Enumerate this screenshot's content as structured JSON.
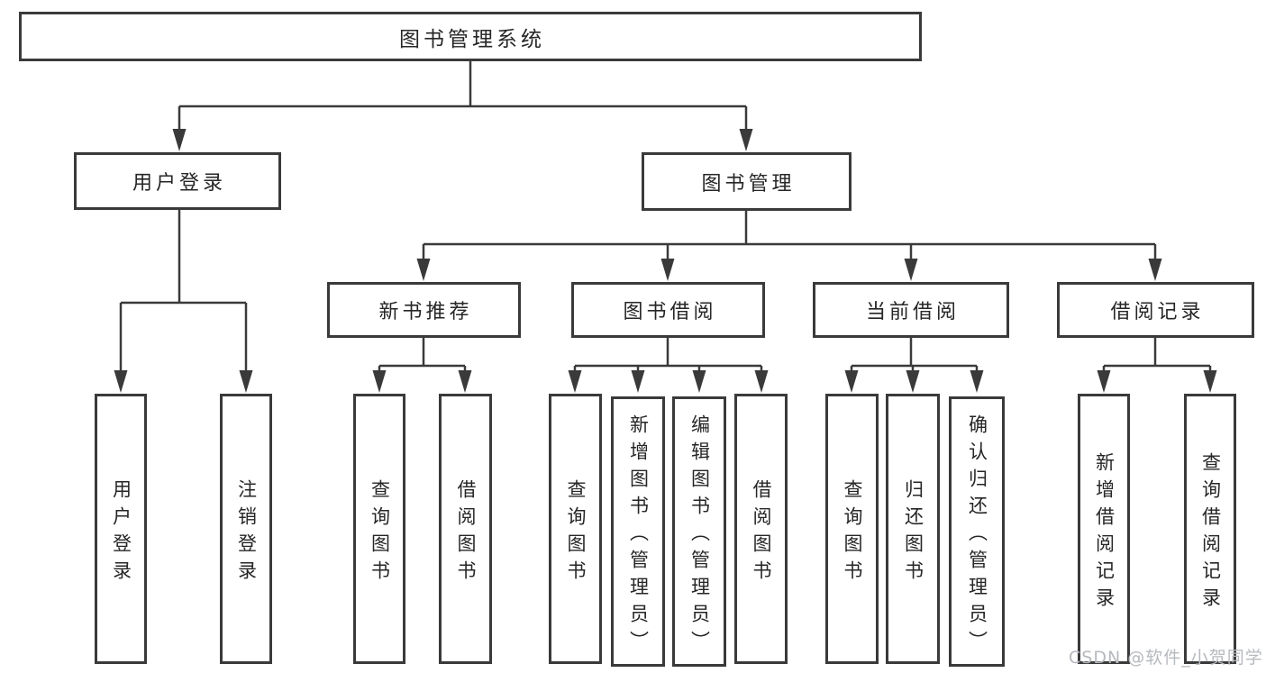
{
  "diagram": {
    "root": {
      "label": "图书管理系统",
      "children": [
        {
          "label": "用户登录",
          "children": [
            {
              "label": "用户登录"
            },
            {
              "label": "注销登录"
            }
          ]
        },
        {
          "label": "图书管理",
          "children": [
            {
              "label": "新书推荐",
              "children": [
                {
                  "label": "查询图书"
                },
                {
                  "label": "借阅图书"
                }
              ]
            },
            {
              "label": "图书借阅",
              "children": [
                {
                  "label": "查询图书"
                },
                {
                  "label": "新增图书（管理员）"
                },
                {
                  "label": "编辑图书（管理员）"
                },
                {
                  "label": "借阅图书"
                }
              ]
            },
            {
              "label": "当前借阅",
              "children": [
                {
                  "label": "查询图书"
                },
                {
                  "label": "归还图书"
                },
                {
                  "label": "确认归还（管理员）"
                }
              ]
            },
            {
              "label": "借阅记录",
              "children": [
                {
                  "label": "新增借阅记录"
                },
                {
                  "label": "查询借阅记录"
                }
              ]
            }
          ]
        }
      ]
    },
    "watermark": "CSDN @软件_小贺同学",
    "colors": {
      "line": "#3a3a3a",
      "box_background": "#ffffff",
      "text": "#262626",
      "watermark_text": "#b6b9be"
    }
  }
}
